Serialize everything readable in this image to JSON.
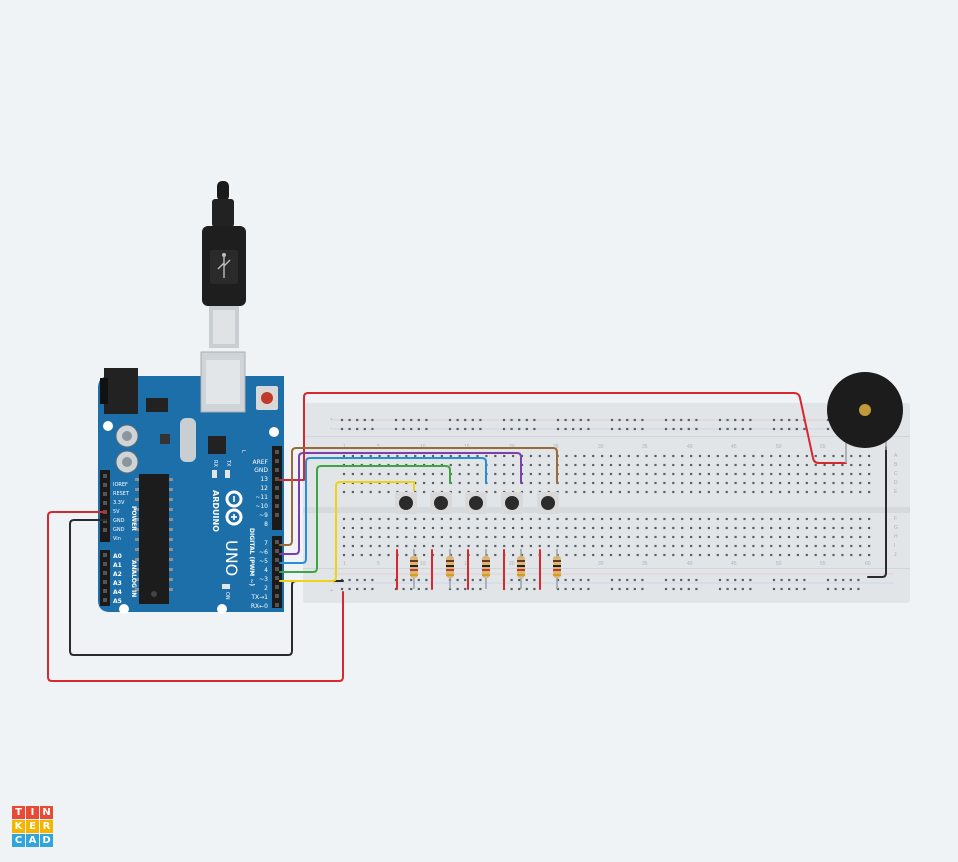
{
  "app": {
    "logo_letters": [
      "T",
      "I",
      "N",
      "K",
      "E",
      "R",
      "C",
      "A",
      "D"
    ],
    "logo_colors": [
      "#e94a35",
      "#e94a35",
      "#e94a35",
      "#f4b400",
      "#f4b400",
      "#f4b400",
      "#2fa5dc",
      "#2fa5dc",
      "#2fa5dc"
    ]
  },
  "arduino": {
    "model": "UNO",
    "brand": "ARDUINO",
    "power_pins": [
      "IOREF",
      "RESET",
      "3.3V",
      "5V",
      "GND",
      "GND",
      "Vin"
    ],
    "analog_pins": [
      "A0",
      "A1",
      "A2",
      "A3",
      "A4",
      "A5"
    ],
    "power_label": "POWER",
    "analog_label": "ANALOG IN",
    "digital_top_pins": [
      "AREF",
      "GND",
      "13",
      "12",
      "~11",
      "~10",
      "~9",
      "8"
    ],
    "digital_bottom_pins": [
      "7",
      "~6",
      "~5",
      "4",
      "~3",
      "2",
      "TX→1",
      "RX←0"
    ],
    "digital_label": "DIGITAL (PWM ~)",
    "led_labels": [
      "TX",
      "RX",
      "L"
    ],
    "on_label": "ON"
  },
  "breadboard": {
    "column_numbers": [
      "1",
      "5",
      "10",
      "15",
      "20",
      "25",
      "30",
      "35",
      "40",
      "45",
      "50",
      "55",
      "60"
    ],
    "row_letters_top": [
      "A",
      "B",
      "C",
      "D",
      "E"
    ],
    "row_letters_bottom": [
      "F",
      "G",
      "H",
      "I",
      "J"
    ],
    "rail_signs": [
      "+",
      "−"
    ]
  },
  "wire_colors": {
    "red": "#d7282f",
    "black": "#2b2b2b",
    "brown": "#9a6a3b",
    "purple": "#7f3fa8",
    "blue": "#2a8ed6",
    "green": "#3da644",
    "yellow": "#f1d118"
  },
  "components": [
    "USB cable",
    "Arduino Uno",
    "Breadboard",
    "Piezo buzzer",
    "Pushbutton x5",
    "Resistor x5"
  ]
}
